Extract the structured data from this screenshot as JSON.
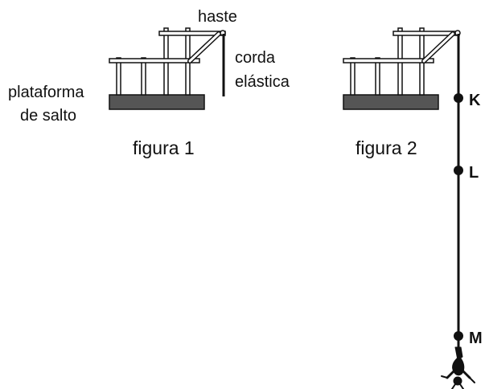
{
  "figure1": {
    "haste_label": "haste",
    "corda_label_line1": "corda",
    "corda_label_line2": "elástica",
    "plataforma_label_line1": "plataforma",
    "plataforma_label_line2": "de salto",
    "caption": "figura 1"
  },
  "figure2": {
    "caption": "figura 2",
    "points": [
      {
        "label": "K"
      },
      {
        "label": "L"
      },
      {
        "label": "M"
      }
    ]
  },
  "colors": {
    "ink": "#111111",
    "platform": "#555555",
    "rail_fill": "#ffffff"
  }
}
